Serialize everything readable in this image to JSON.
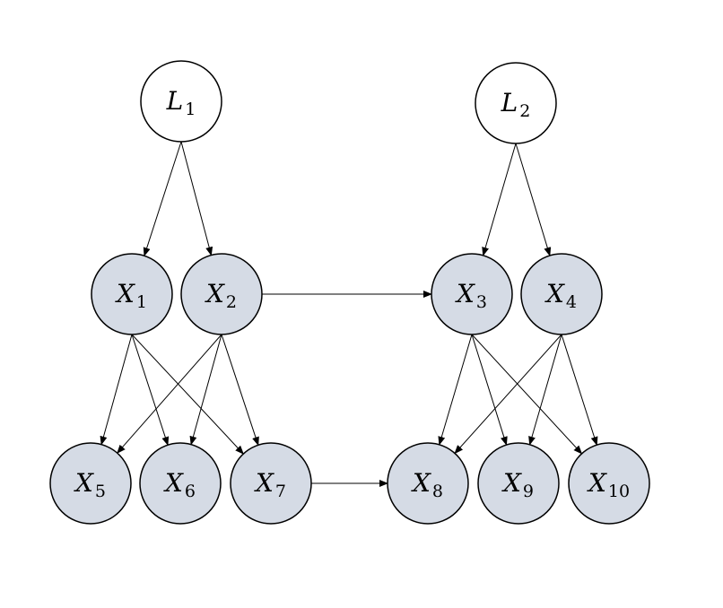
{
  "colors": {
    "latent_fill": "#ffffff",
    "observed_fill": "#d5dbe5",
    "stroke": "#000000"
  },
  "nodes": [
    {
      "id": "L1",
      "letter": "L",
      "sub": "1",
      "kind": "latent"
    },
    {
      "id": "L2",
      "letter": "L",
      "sub": "2",
      "kind": "latent"
    },
    {
      "id": "X1",
      "letter": "X",
      "sub": "1",
      "kind": "observed"
    },
    {
      "id": "X2",
      "letter": "X",
      "sub": "2",
      "kind": "observed"
    },
    {
      "id": "X3",
      "letter": "X",
      "sub": "3",
      "kind": "observed"
    },
    {
      "id": "X4",
      "letter": "X",
      "sub": "4",
      "kind": "observed"
    },
    {
      "id": "X5",
      "letter": "X",
      "sub": "5",
      "kind": "observed"
    },
    {
      "id": "X6",
      "letter": "X",
      "sub": "6",
      "kind": "observed"
    },
    {
      "id": "X7",
      "letter": "X",
      "sub": "7",
      "kind": "observed"
    },
    {
      "id": "X8",
      "letter": "X",
      "sub": "8",
      "kind": "observed"
    },
    {
      "id": "X9",
      "letter": "X",
      "sub": "9",
      "kind": "observed"
    },
    {
      "id": "X10",
      "letter": "X",
      "sub": "10",
      "kind": "observed"
    }
  ],
  "edges": [
    [
      "L1",
      "X1"
    ],
    [
      "L1",
      "X2"
    ],
    [
      "L2",
      "X3"
    ],
    [
      "L2",
      "X4"
    ],
    [
      "X2",
      "X3"
    ],
    [
      "X7",
      "X8"
    ],
    [
      "X1",
      "X5"
    ],
    [
      "X1",
      "X6"
    ],
    [
      "X1",
      "X7"
    ],
    [
      "X2",
      "X5"
    ],
    [
      "X2",
      "X6"
    ],
    [
      "X2",
      "X7"
    ],
    [
      "X3",
      "X8"
    ],
    [
      "X3",
      "X9"
    ],
    [
      "X3",
      "X10"
    ],
    [
      "X4",
      "X8"
    ],
    [
      "X4",
      "X9"
    ],
    [
      "X4",
      "X10"
    ]
  ]
}
